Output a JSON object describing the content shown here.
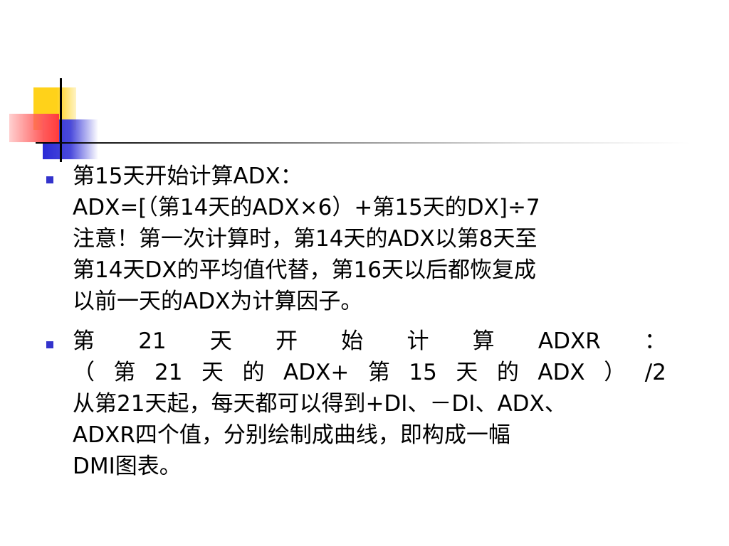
{
  "slide": {
    "items": [
      {
        "lines": [
          "第15天开始计算ADX：",
          "ADX=[（第14天的ADX×6）+第15天的DX]÷7",
          "注意！第一次计算时，第14天的ADX以第8天至",
          "第14天DX的平均值代替，第16天以后都恢复成",
          "以前一天的ADX为计算因子。"
        ]
      },
      {
        "spread_line_1": [
          "第",
          "21",
          "天",
          "开",
          "始",
          "计",
          "算",
          "ADXR",
          "："
        ],
        "spread_line_2": [
          "（",
          "第",
          "21",
          "天",
          "的",
          "ADX+",
          "第",
          "15",
          "天",
          "的",
          "ADX",
          "）",
          "/2"
        ],
        "lines": [
          "从第21天起，每天都可以得到+DI、－DI、ADX、",
          "ADXR四个值，分别绘制成曲线，即构成一幅",
          "DMI图表。"
        ]
      }
    ]
  },
  "colors": {
    "bullet": "#3333cc",
    "deco_yellow": "#ffd21a",
    "deco_blue": "#2a2ad6",
    "deco_red": "#ff3b3b"
  }
}
